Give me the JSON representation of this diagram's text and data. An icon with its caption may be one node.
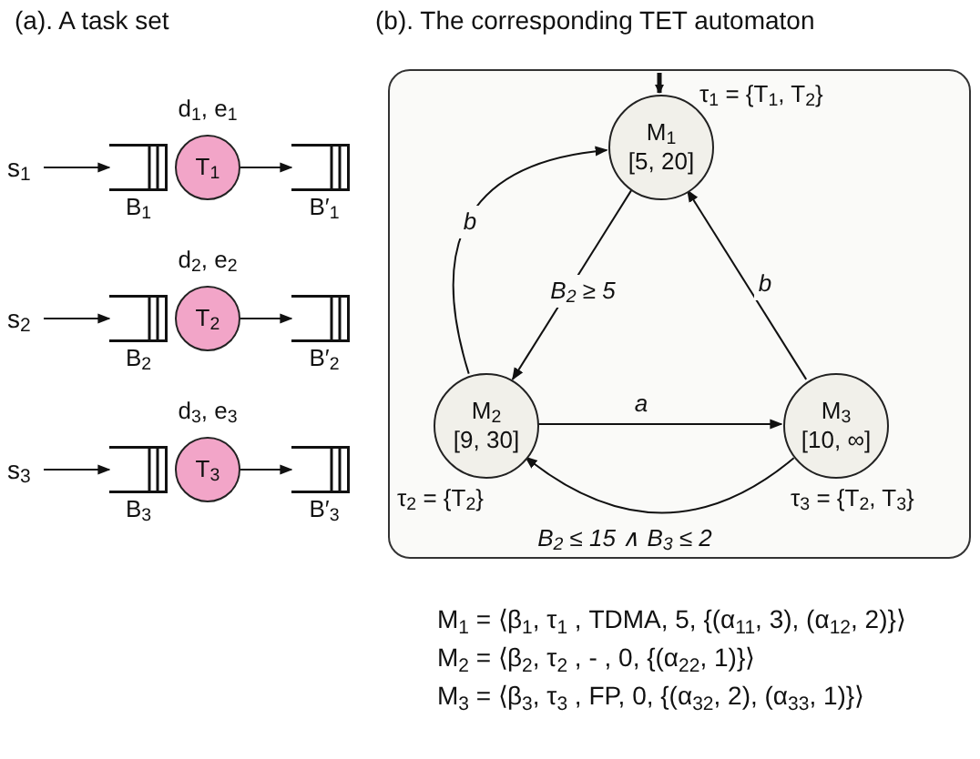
{
  "diagram": {
    "nodes": [
      {
        "text": [
          "s$_{1}$"
        ]
      },
      {
        "text": [],
        "shape": "box",
        "beside": [
          "B$_{1}$"
        ]
      },
      {
        "text": [
          "T$_{1}$"
        ],
        "beside": [
          "d$_{1}$, e$_{1}$"
        ]
      },
      {
        "text": [],
        "shape": "box",
        "beside": [
          "B′$_{1}$"
        ]
      },
      {
        "text": [
          "s$_{2}$"
        ]
      },
      {
        "text": [],
        "shape": "box",
        "beside": [
          "B$_{2}$"
        ]
      },
      {
        "text": [
          "T$_{2}$"
        ],
        "beside": [
          "d$_{2}$, e$_{2}$"
        ]
      },
      {
        "text": [],
        "shape": "box",
        "beside": [
          "B′$_{2}$"
        ]
      },
      {
        "text": [
          "s$_{3}$"
        ]
      },
      {
        "text": [],
        "shape": "box",
        "beside": [
          "B$_{3}$"
        ]
      },
      {
        "text": [
          "T$_{3}$"
        ],
        "beside": [
          "d$_{3}$, e$_{3}$"
        ]
      },
      {
        "text": [],
        "shape": "box",
        "beside": [
          "B′$_{3}$"
        ]
      },
      {
        "text": [],
        "shape": "box"
      },
      {
        "text": [
          "M$_{1}$",
          "[5, 20]"
        ],
        "beside": [
          "τ$_{1}$ = {T$_{1}$, T$_{2}$}"
        ],
        "in": 12
      },
      {
        "text": [
          "M$_{2}$",
          "[9, 30]"
        ],
        "beside": [
          "τ$_{2}$ = {T$_{2}$}"
        ],
        "in": 12
      },
      {
        "text": [
          "M$_{3}$",
          "[10, ∞]"
        ],
        "beside": [
          "τ$_{3}$ = {T$_{2}$, T$_{3}$}"
        ],
        "in": 12
      }
    ],
    "edges": [
      {
        "from": 0,
        "to": 1,
        "arrow": "to"
      },
      {
        "from": 2,
        "to": 3,
        "arrow": "to"
      },
      {
        "from": 4,
        "to": 5,
        "arrow": "to"
      },
      {
        "from": 6,
        "to": 7,
        "arrow": "to"
      },
      {
        "from": 8,
        "to": 9,
        "arrow": "to"
      },
      {
        "from": 10,
        "to": 11,
        "arrow": "to"
      },
      {
        "from": null,
        "to": 13,
        "arrow": "to",
        "style": "thick"
      },
      {
        "from": 14,
        "to": 13,
        "arrow": "to",
        "label": "b"
      },
      {
        "from": 13,
        "to": 14,
        "arrow": "to",
        "label": "B$_{2}$ ≥ 5"
      },
      {
        "from": 15,
        "to": 13,
        "arrow": "to",
        "label": "b"
      },
      {
        "from": 14,
        "to": 15,
        "arrow": "to",
        "label": "a"
      },
      {
        "from": 15,
        "to": 14,
        "arrow": "to",
        "label": "B$_{2}$ ≤ 15 ∧ B$_{3}$ ≤ 2"
      }
    ],
    "labels": [
      "(a). A task set",
      "(b). The corresponding TET automaton",
      "M$_{1}$ = ⟨β$_{1}$, τ$_{1}$ , TDMA, 5, {(α$_{11}$, 3), (α$_{12}$, 2)}⟩",
      "M$_{2}$ = ⟨β$_{2}$, τ$_{2}$ , - , 0, {(α$_{22}$, 1)}⟩",
      "M$_{3}$ = ⟨β$_{3}$, τ$_{3}$ , FP, 0, {(α$_{32}$, 2), (α$_{33}$, 1)}⟩"
    ]
  }
}
